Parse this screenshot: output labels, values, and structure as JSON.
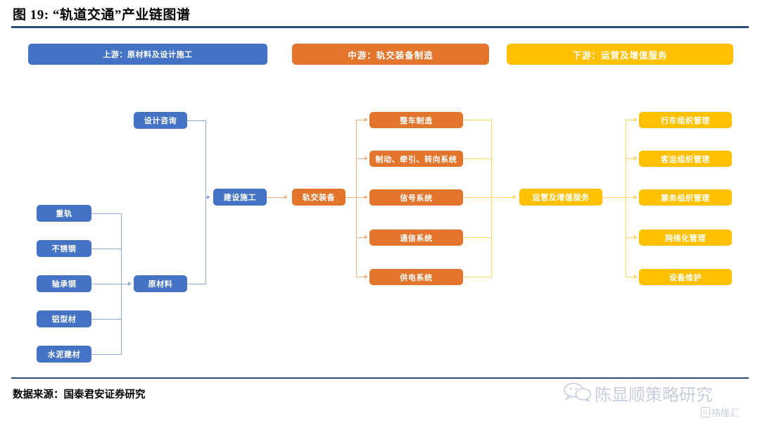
{
  "figure": {
    "title": "图 19:  “轨道交通”产业链图谱",
    "source": "数据来源：国泰君安证券研究"
  },
  "colors": {
    "upstream": "#4472C4",
    "midstream": "#E2752B",
    "downstream": "#FFC000",
    "rule": "#2e4d7b"
  },
  "stages": [
    {
      "id": "upstream",
      "label": "上游：原材料及设计施工"
    },
    {
      "id": "midstream",
      "label": "中游：轨交装备制造"
    },
    {
      "id": "downstream",
      "label": "下游：运营及增值服务"
    }
  ],
  "upstream": {
    "materials": [
      {
        "label": "重轨"
      },
      {
        "label": "不锈钢"
      },
      {
        "label": "轴承钢"
      },
      {
        "label": "铝型材"
      },
      {
        "label": "水泥建材"
      }
    ],
    "aggregate": {
      "label": "原材料"
    },
    "design": {
      "label": "设计咨询"
    },
    "construction": {
      "label": "建设施工"
    }
  },
  "midstream": {
    "hub": {
      "label": "轨交装备"
    },
    "items": [
      {
        "label": "整车制造"
      },
      {
        "label": "制动、牵引、转向系统"
      },
      {
        "label": "信号系统"
      },
      {
        "label": "通信系统"
      },
      {
        "label": "供电系统"
      }
    ]
  },
  "downstream": {
    "hub": {
      "label": "运营及增值服务"
    },
    "items": [
      {
        "label": "行车组织管理"
      },
      {
        "label": "客运组织管理"
      },
      {
        "label": "票务组织管理"
      },
      {
        "label": "网络化管理"
      },
      {
        "label": "设备维护"
      }
    ]
  },
  "watermark": {
    "account": "陈显顺策略研究",
    "brand_mark": "G",
    "brand": "格隆汇",
    "wechat_icon": "wechat-icon"
  }
}
